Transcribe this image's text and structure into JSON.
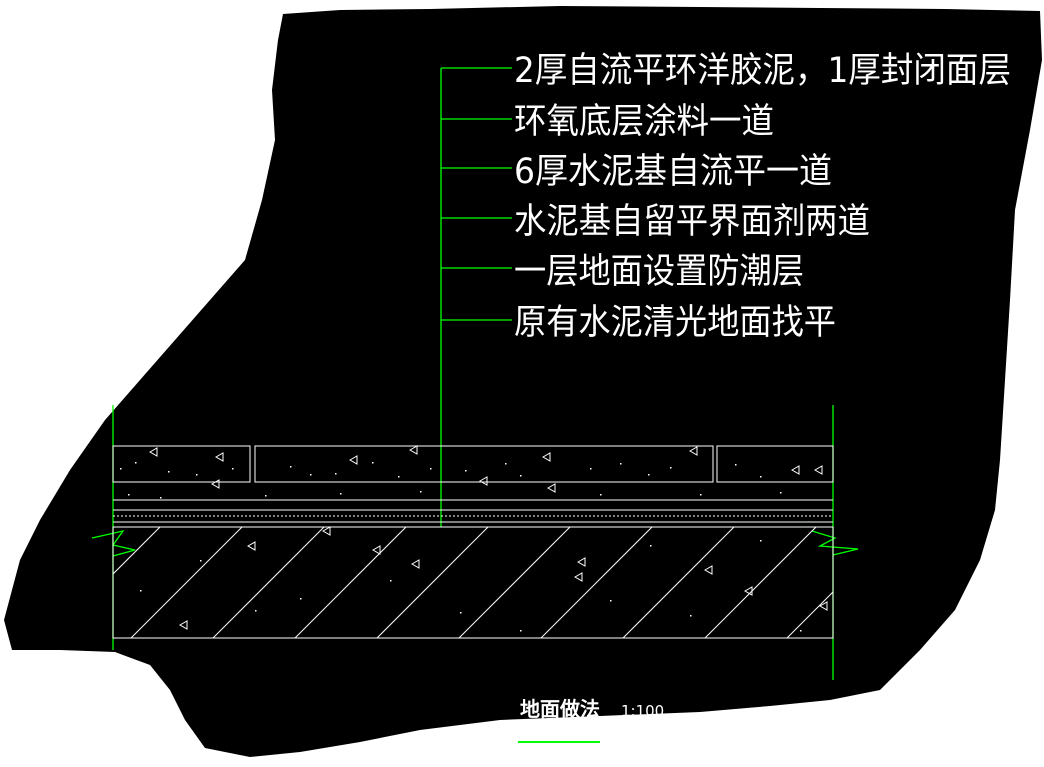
{
  "annotations": [
    "2厚自流平环洋胶泥，1厚封闭面层",
    "环氧底层涂料一道",
    "6厚水泥基自流平一道",
    "水泥基自留平界面剂两道",
    "一层地面设置防潮层",
    "原有水泥清光地面找平"
  ],
  "title": {
    "name": "地面做法",
    "scale": "1:100"
  },
  "colors": {
    "background": "#000000",
    "page": "#ffffff",
    "green": "#00ff00",
    "line": "#ffffff",
    "dim_line": "#cfcfcf"
  }
}
